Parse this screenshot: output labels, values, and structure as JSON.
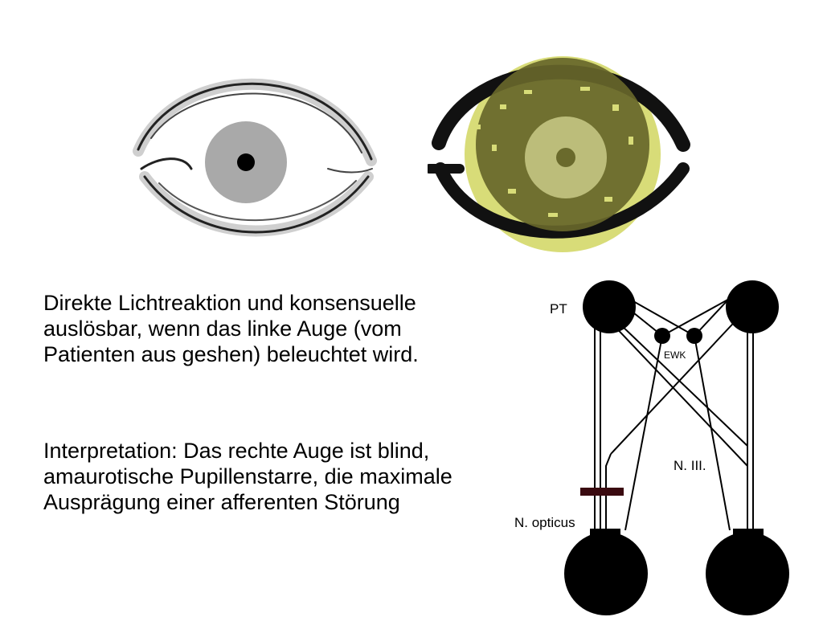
{
  "text": {
    "para1": "Direkte Lichtreaktion und konsensuelle auslösbar, wenn das linke Auge (vom Patienten aus geshen) beleuchtet wird.",
    "para2": "Interpretation: Das rechte Auge ist blind, amaurotische Pupillenstarre, die maximale Ausprägung einer afferenten Störung"
  },
  "diagram": {
    "label_pt": "PT",
    "label_ewk": "EWK",
    "label_n3": "N. III.",
    "label_opticus": "N. opticus"
  },
  "colors": {
    "iris_left": "#a9a9a9",
    "light_yellow": "#d8dc78",
    "dark_olive": "#67662a",
    "iris_right": "#bcbd7a",
    "pupil_right": "#6a6a2c",
    "node": "#000000"
  }
}
